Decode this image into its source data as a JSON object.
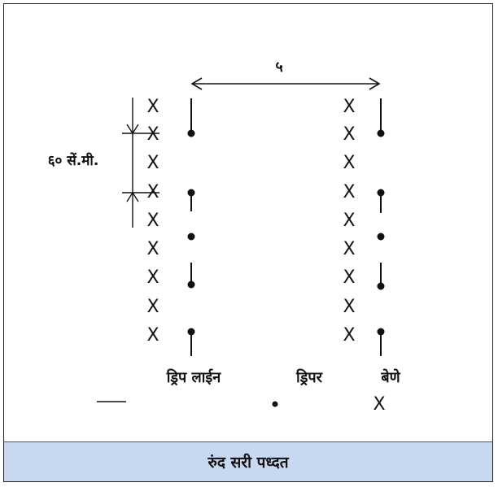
{
  "diagram": {
    "distance_label": "५",
    "spacing_label": "६० सें.मी.",
    "labels": {
      "drip_line": "ड्रिप लाईन",
      "dripper": "ड्रिपर",
      "setts": "बेणे"
    },
    "caption": "रुंद सरी पध्दत",
    "caption_bg": "#c6d9f0"
  }
}
